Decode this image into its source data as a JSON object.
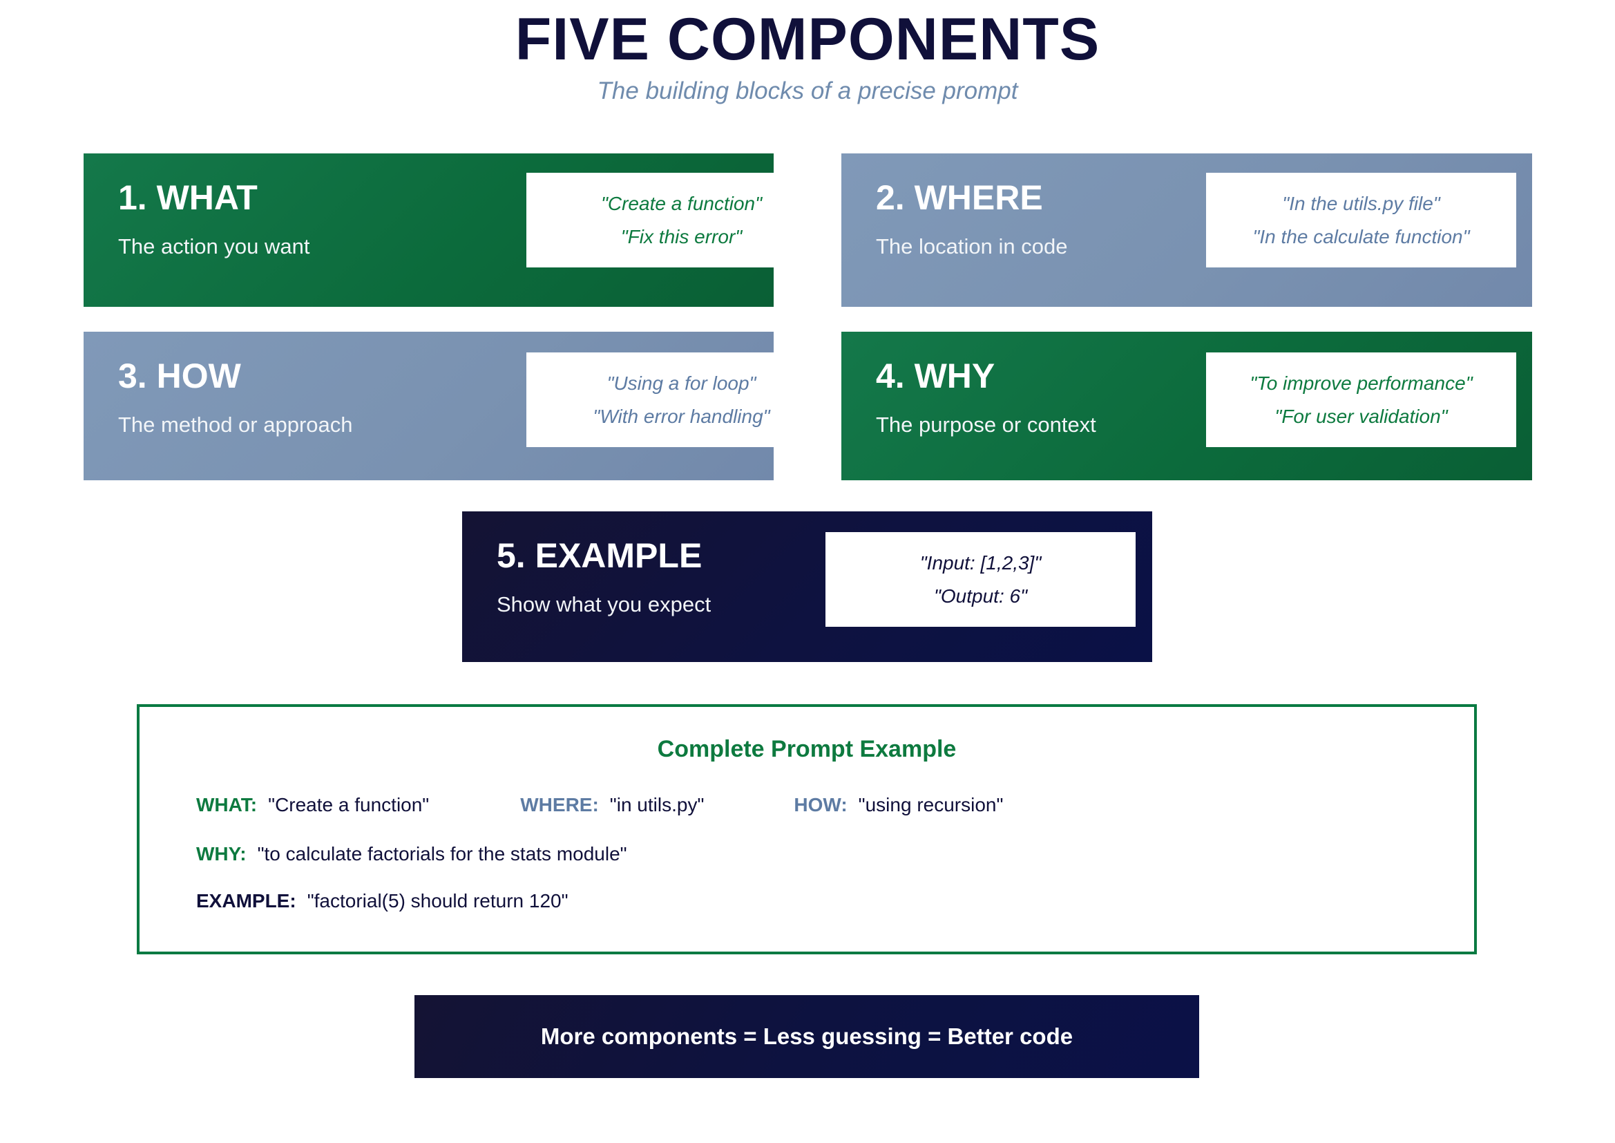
{
  "header": {
    "title": "FIVE COMPONENTS",
    "subtitle": "The building blocks of a precise prompt"
  },
  "colors": {
    "green": "#0d7a3f",
    "slate": "#7a92b1",
    "navy": "#10103a",
    "panel_border": "#0a7a42",
    "white": "#ffffff"
  },
  "components": [
    {
      "title": "1. WHAT",
      "description": "The action you want",
      "examples": [
        "\"Create a function\"",
        "\"Fix this error\""
      ],
      "theme": "green"
    },
    {
      "title": "2. WHERE",
      "description": "The location in code",
      "examples": [
        "\"In the utils.py file\"",
        "\"In the calculate function\""
      ],
      "theme": "slate"
    },
    {
      "title": "3. HOW",
      "description": "The method or approach",
      "examples": [
        "\"Using a for loop\"",
        "\"With error handling\""
      ],
      "theme": "slate"
    },
    {
      "title": "4. WHY",
      "description": "The purpose or context",
      "examples": [
        "\"To improve performance\"",
        "\"For user validation\""
      ],
      "theme": "green"
    },
    {
      "title": "5. EXAMPLE",
      "description": "Show what you expect",
      "examples": [
        "\"Input: [1,2,3]\"",
        "\"Output: 6\""
      ],
      "theme": "navy"
    }
  ],
  "prompt_panel": {
    "title": "Complete Prompt Example",
    "rows": [
      [
        {
          "label": "WHAT:",
          "value": "\"Create a function\"",
          "label_color": "green"
        },
        {
          "label": "WHERE:",
          "value": "\"in utils.py\"",
          "label_color": "slate"
        },
        {
          "label": "HOW:",
          "value": "\"using recursion\"",
          "label_color": "slate"
        }
      ],
      [
        {
          "label": "WHY:",
          "value": "\"to calculate factorials for the stats module\"",
          "label_color": "green"
        }
      ],
      [
        {
          "label": "EXAMPLE:",
          "value": "\"factorial(5) should return 120\"",
          "label_color": "navy"
        }
      ]
    ]
  },
  "footer": {
    "text": "More components = Less guessing = Better code"
  }
}
